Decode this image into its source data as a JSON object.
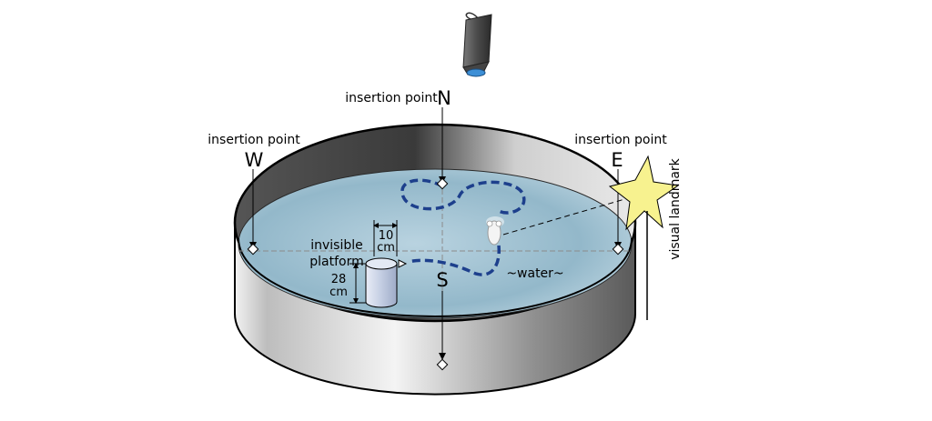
{
  "labels": {
    "north": "N",
    "south": "S",
    "east": "E",
    "west": "W",
    "insertion_north": "insertion point",
    "insertion_west": "insertion point",
    "insertion_east": "insertion point",
    "invisible_platform_line1": "invisible",
    "invisible_platform_line2": "platform",
    "width_value": "10",
    "width_unit": "cm",
    "height_value": "28",
    "height_unit": "cm",
    "water": "~water~",
    "visual_landmark": "visual landmark"
  },
  "colors": {
    "water_light": "#dbe9f0",
    "water_dark": "#8fb6c9",
    "path": "#1d3f8c",
    "landmark": "#f7f28f",
    "camera_lens": "#3d8fd6"
  },
  "icons": {
    "camera": "camera-icon",
    "mouse": "mouse-icon",
    "landmark": "star-icon"
  }
}
